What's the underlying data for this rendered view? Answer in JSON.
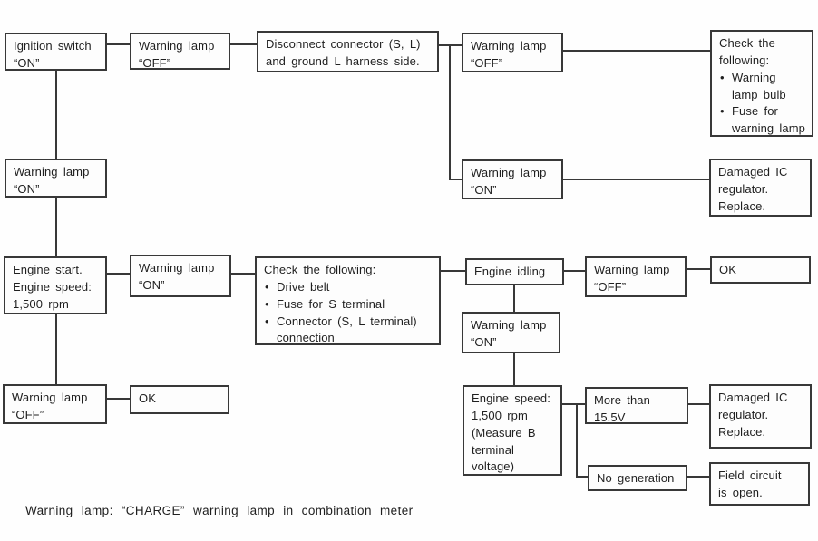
{
  "diagram": {
    "caption": "Warning lamp: “CHARGE” warning lamp in combination meter",
    "nodes": {
      "ignition_switch": {
        "text": "Ignition switch\n“ON”"
      },
      "warning_off_1": {
        "text": "Warning lamp\n“OFF”"
      },
      "disconnect": {
        "text": "Disconnect connector (S, L)\nand ground L harness side."
      },
      "warning_off_2": {
        "text": "Warning lamp\n“OFF”"
      },
      "check_warning_lamp": {
        "title": "Check the\nfollowing:",
        "items": [
          "Warning\nlamp bulb",
          "Fuse for\nwarning lamp"
        ]
      },
      "warning_on_1": {
        "text": "Warning lamp\n“ON”"
      },
      "warning_on_2": {
        "text": "Warning lamp\n“ON”"
      },
      "damaged_ic_1": {
        "text": "Damaged IC\nregulator.\nReplace."
      },
      "engine_start": {
        "text": "Engine start.\nEngine speed:\n1,500 rpm"
      },
      "warning_on_3": {
        "text": "Warning lamp\n“ON”"
      },
      "check_charging": {
        "title": "Check the following:",
        "items": [
          "Drive belt",
          "Fuse for S terminal",
          "Connector (S, L terminal)\nconnection"
        ]
      },
      "engine_idling": {
        "text": "Engine idling"
      },
      "warning_off_3": {
        "text": "Warning lamp\n“OFF”"
      },
      "ok_1": {
        "text": "OK"
      },
      "warning_on_4": {
        "text": "Warning lamp\n“ON”"
      },
      "warning_off_4": {
        "text": "Warning lamp\n“OFF”"
      },
      "ok_2": {
        "text": "OK"
      },
      "engine_speed": {
        "text": "Engine speed:\n1,500 rpm\n(Measure B\nterminal\nvoltage)"
      },
      "more_than": {
        "text": "More than\n15.5V"
      },
      "damaged_ic_2": {
        "text": "Damaged IC\nregulator.\nReplace."
      },
      "no_generation": {
        "text": "No generation"
      },
      "field_circuit": {
        "text": "Field circuit\nis open."
      }
    }
  }
}
